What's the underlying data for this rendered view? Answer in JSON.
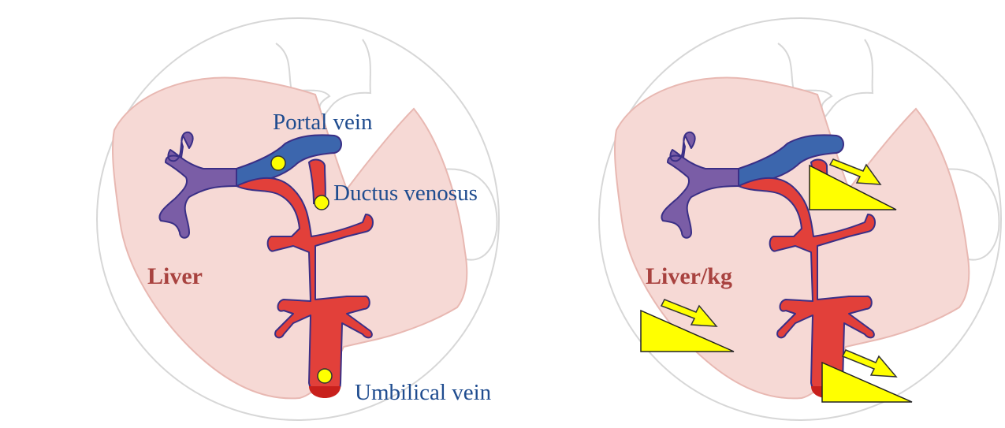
{
  "colors": {
    "background": "#ffffff",
    "body_outline": "#d7d7d7",
    "liver_fill": "#f6d9d5",
    "liver_stroke": "#e8b8b2",
    "portal_vein": "#3c66ad",
    "portal_branches": "#7a5da6",
    "umbilical_vessel": "#e2403a",
    "vessel_outline": "#3a2f86",
    "marker_yellow": "#ffff00",
    "vessel_label": "#1f4c8f",
    "organ_label": "#a8423f"
  },
  "left_panel": {
    "labels": {
      "portal_vein": "Portal vein",
      "ductus_venosus": "Ductus venosus",
      "umbilical_vein": "Umbilical vein",
      "liver": "Liver"
    },
    "markers": [
      "portal-vein-marker",
      "ductus-venosus-marker",
      "umbilical-vein-marker"
    ]
  },
  "right_panel": {
    "labels": {
      "liver": "Liver/kg"
    },
    "decreasing_indicators": [
      "upper-right",
      "lower-left",
      "lower-right"
    ]
  }
}
